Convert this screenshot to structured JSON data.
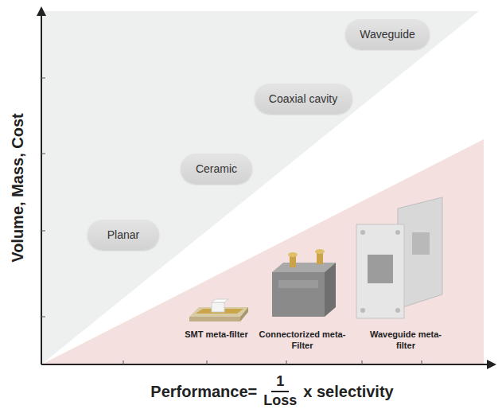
{
  "diagram": {
    "nodes": [
      {
        "text": [
          "Planar"
        ]
      },
      {
        "text": [
          "Ceramic"
        ]
      },
      {
        "text": [
          "Coaxial cavity"
        ]
      },
      {
        "text": [
          "Waveguide"
        ]
      }
    ],
    "labels": [
      "Volume, Mass, Cost",
      "Performance=",
      "1",
      "Loss",
      "x selectivity",
      "SMT meta-filter",
      "Connectorized meta-Filter",
      "Waveguide meta-filter"
    ]
  }
}
